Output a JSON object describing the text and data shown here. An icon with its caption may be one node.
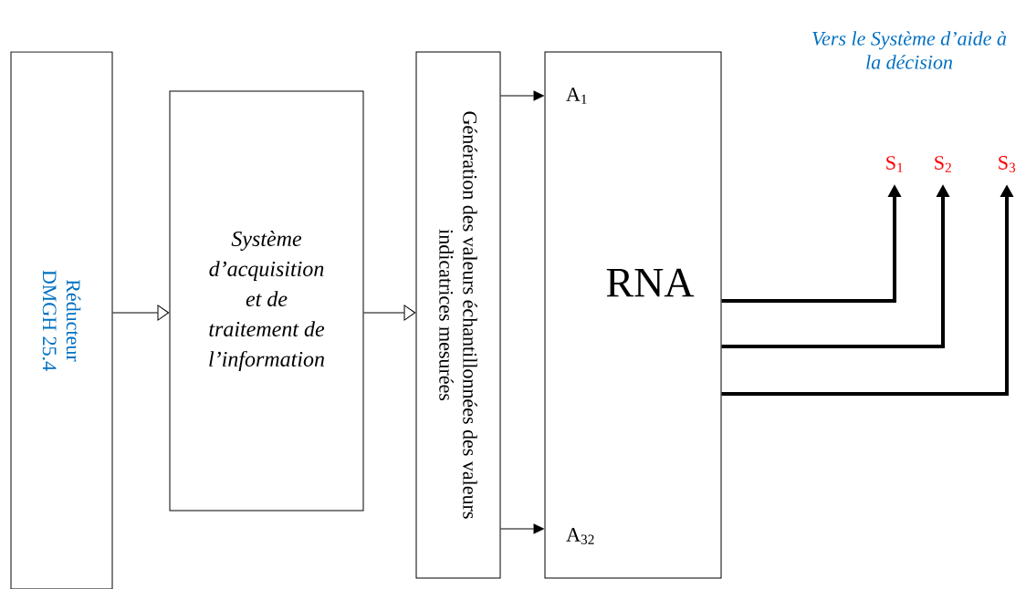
{
  "diagram": {
    "nodes": [
      {
        "text": [
          "Réducteur DMGH 25.4"
        ]
      },
      {
        "text": [
          "Système d’acquisition et de traitement de l’information"
        ]
      },
      {
        "text": [
          "Génération des valeurs échantillonnées des valeurs indicatrices mesurées"
        ]
      },
      {
        "text": [
          "RNA",
          "A$_{1}$",
          "A$_{32}$"
        ]
      },
      {
        "text": [
          "S$_{1}$"
        ]
      },
      {
        "text": [
          "S$_{2}$"
        ]
      },
      {
        "text": [
          "S$_{3}$"
        ]
      }
    ],
    "edges": [
      {
        "from": 0,
        "to": 1,
        "arrow": "to"
      },
      {
        "from": 1,
        "to": 2,
        "arrow": "to"
      },
      {
        "from": 2,
        "to": 3,
        "arrow": "to"
      },
      {
        "from": 2,
        "to": 3,
        "arrow": "to"
      },
      {
        "from": 3,
        "to": 4,
        "arrow": "to",
        "style": "thick"
      },
      {
        "from": 3,
        "to": 5,
        "arrow": "to",
        "style": "thick"
      },
      {
        "from": 3,
        "to": 6,
        "arrow": "to",
        "style": "thick"
      }
    ],
    "labels": [
      "Vers le Système d’aide à la décision"
    ]
  }
}
